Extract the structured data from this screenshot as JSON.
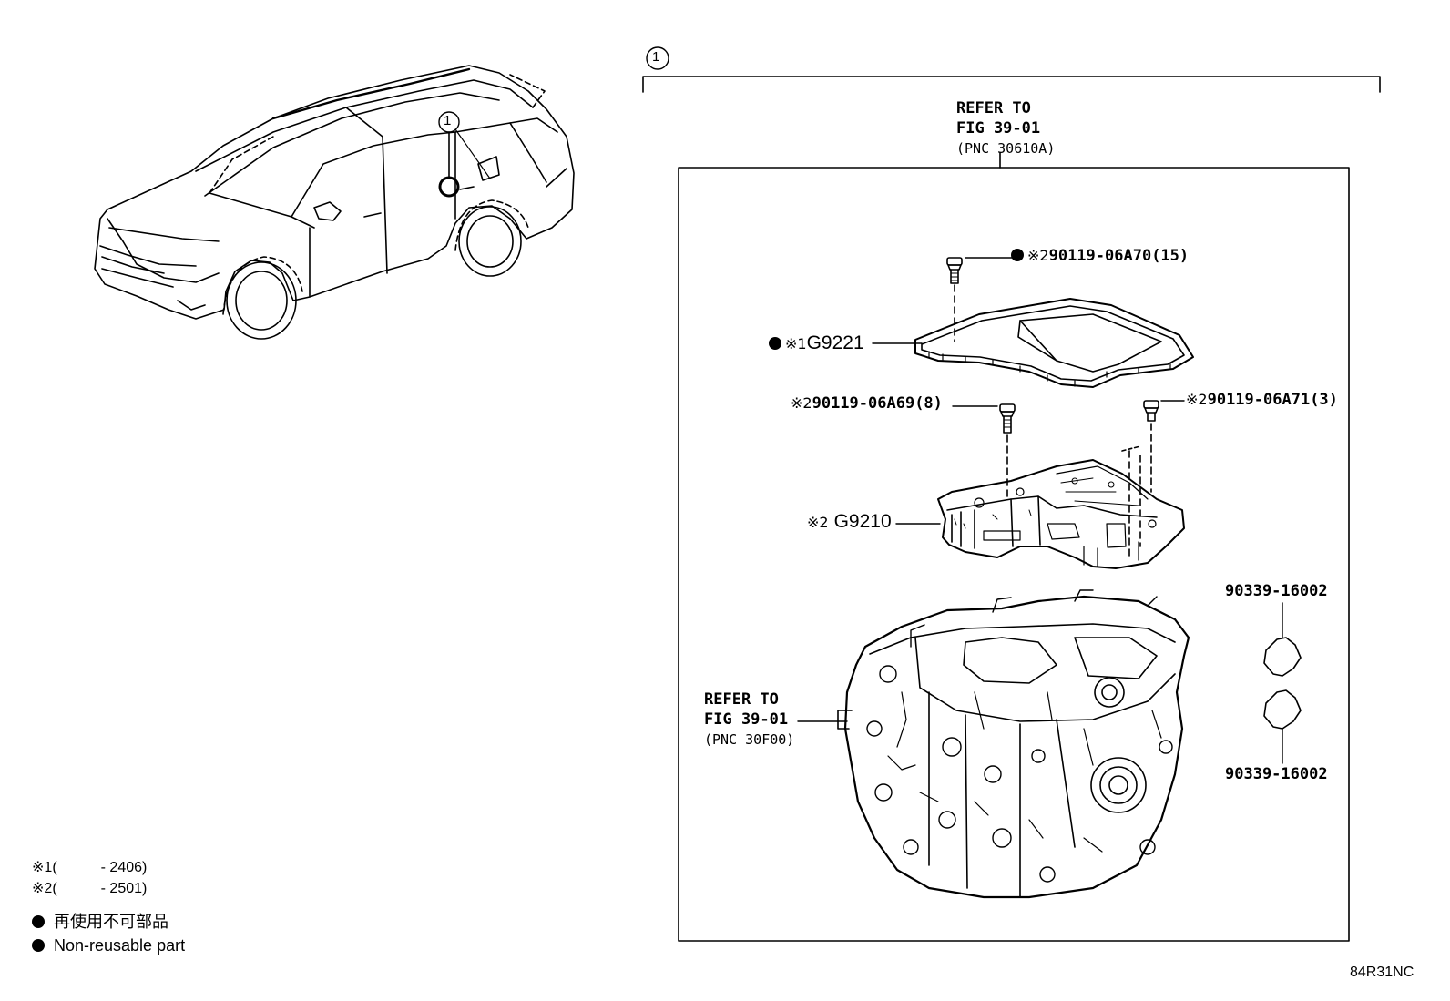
{
  "callout_number": "1",
  "refer_top": {
    "line1": "REFER TO",
    "line2": "FIG 39-01",
    "line3": "(PNC 30610A)"
  },
  "refer_mid": {
    "line1": "REFER TO",
    "line2": "FIG 39-01",
    "line3": "(PNC 30F00)"
  },
  "parts": {
    "bolt_top": {
      "mark": "※2",
      "number": "90119-06A70",
      "qty": "(15)",
      "non_reusable": true
    },
    "oil_pan": {
      "mark": "※1",
      "number": "G9221",
      "non_reusable": true
    },
    "bolt_left": {
      "mark": "※2",
      "number": "90119-06A69",
      "qty": "(8)"
    },
    "bolt_right": {
      "mark": "※2",
      "number": "90119-06A71",
      "qty": "(3)"
    },
    "valve_body": {
      "mark": "※2",
      "number": "G9210"
    },
    "plug_upper": {
      "number": "90339-16002"
    },
    "plug_lower": {
      "number": "90339-16002"
    }
  },
  "notes": [
    {
      "mark": "※1",
      "text": "(　　　- 2406)"
    },
    {
      "mark": "※2",
      "text": "(　　　- 2501)"
    }
  ],
  "legend": [
    {
      "text": "再使用不可部品"
    },
    {
      "text": "Non-reusable part"
    }
  ],
  "figure_code": "84R31NC",
  "colors": {
    "line": "#000000",
    "background": "#ffffff"
  }
}
